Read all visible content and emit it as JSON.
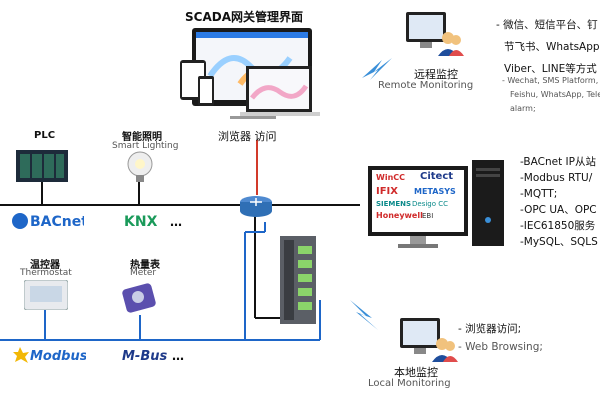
{
  "title": "SCADA网关管理界面",
  "browser_access": "浏览器 访问",
  "remote": {
    "label_cn": "远程监控",
    "label_en": "Remote Monitoring",
    "items": [
      "- 微信、短信平台、钉",
      "节飞书、WhatsApp",
      "Viber、LINE等方式"
    ],
    "items_en": [
      "- Wechat, SMS Platform, D",
      "Feishu, WhatsApp, Teleg",
      "alarm;"
    ]
  },
  "devices": {
    "plc": "PLC",
    "lighting_cn": "智能照明",
    "lighting_en": "Smart Lighting",
    "thermostat_cn": "温控器",
    "thermostat_en": "Thermostat",
    "meter_cn": "热量表",
    "meter_en": "Meter"
  },
  "protocols": {
    "bacnet": "BACnet",
    "knx": "KNX",
    "modbus": "Modbus",
    "mbus": "M-Bus",
    "ellipsis": "…"
  },
  "scada_brands": {
    "wincc": "WinCC",
    "citect": "Citect",
    "ifix": "IFIX",
    "metasys": "METASYS",
    "siemens": "SIEMENS",
    "desigo": "Desigo CC",
    "honeywell": "Honeywell",
    "ebi": "EBI"
  },
  "protocol_list": [
    "-BACnet IP从站",
    "-Modbus RTU/",
    "-MQTT;",
    "-OPC UA、OPC",
    "-IEC61850服务",
    "-MySQL、SQLS"
  ],
  "local": {
    "items": [
      "- 浏览器访问;",
      "- Web Browsing;"
    ],
    "label_cn": "本地监控",
    "label_en": "Local Monitoring"
  },
  "colors": {
    "bus_blue": "#1e66c8",
    "bus_black": "#111111",
    "link_red": "#d23a2a",
    "router_blue": "#2f6fb5",
    "bolt_blue": "#3a8fd8"
  }
}
